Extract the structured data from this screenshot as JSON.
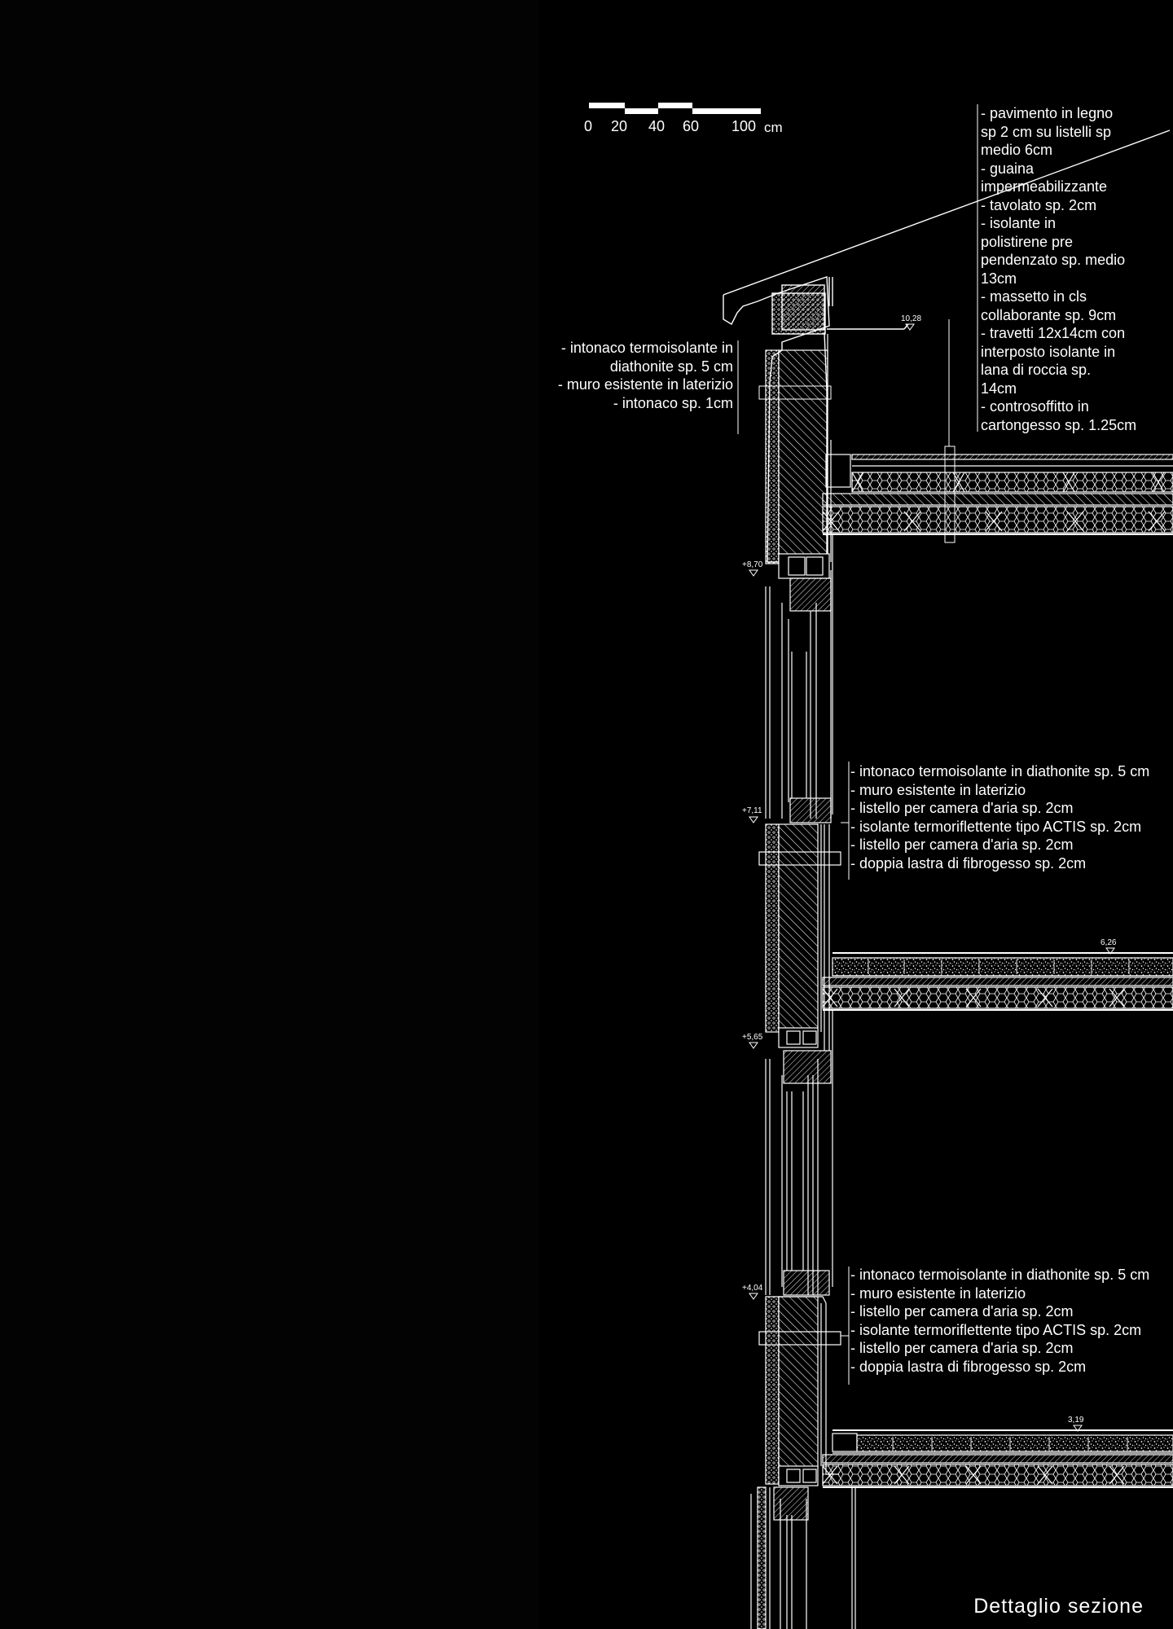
{
  "scale_bar": {
    "labels": [
      "0",
      "20",
      "40",
      "60",
      "100"
    ],
    "unit": "cm"
  },
  "roof_notes": [
    "- pavimento in legno",
    "sp 2 cm su listelli sp",
    "medio 6cm",
    "- guaina",
    "impermeabilizzante",
    "- tavolato sp. 2cm",
    "- isolante in",
    "polistirene pre",
    "pendenzato sp. medio",
    "13cm",
    "- massetto in cls",
    "collaborante sp. 9cm",
    "- travetti 12x14cm con",
    "interposto isolante in",
    "lana di roccia sp.",
    "14cm",
    "- controsoffitto in",
    "cartongesso sp. 1.25cm"
  ],
  "eave_notes": [
    "- intonaco termoisolante in",
    "diathonite sp. 5 cm",
    "- muro esistente in laterizio",
    "- intonaco sp. 1cm"
  ],
  "wall_notes_upper": [
    "- intonaco termoisolante in diathonite sp. 5 cm",
    "- muro esistente in laterizio",
    "- listello per camera d'aria sp. 2cm",
    "- isolante termoriflettente tipo ACTIS sp. 2cm",
    "- listello per camera d'aria sp. 2cm",
    "- doppia lastra di fibrogesso sp. 2cm"
  ],
  "wall_notes_lower": [
    "- intonaco termoisolante in diathonite sp. 5 cm",
    "- muro esistente in laterizio",
    "- listello per camera d'aria sp. 2cm",
    "- isolante termoriflettente tipo ACTIS sp. 2cm",
    "- listello per camera d'aria sp. 2cm",
    "- doppia lastra di fibrogesso sp. 2cm"
  ],
  "levels": {
    "roof": "10,28",
    "window_top_2": "+8,70",
    "sill_2": "+7,11",
    "floor_2": "6,26",
    "window_top_1": "+5,65",
    "sill_1": "+4,04",
    "floor_1": "3,19"
  },
  "title": "Dettaglio sezione"
}
